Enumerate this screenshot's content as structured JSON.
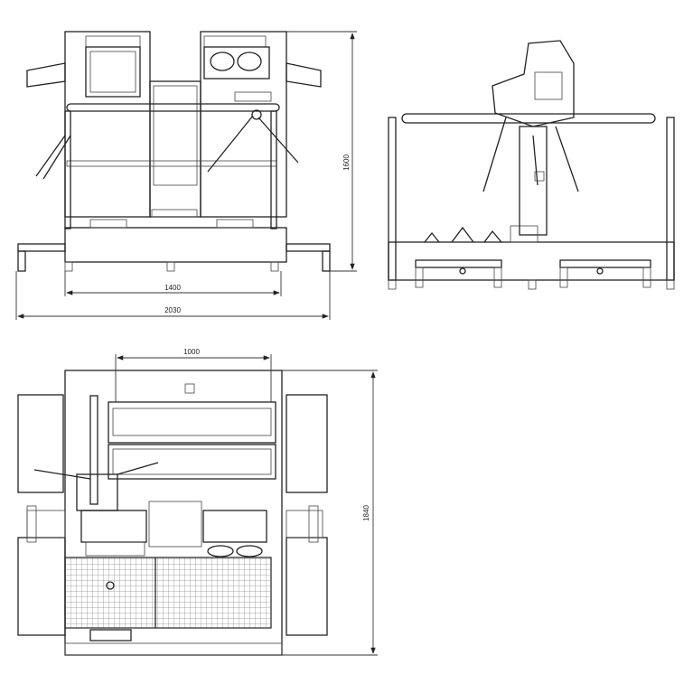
{
  "drawing": {
    "title": "Tripod turnstile with hand-and-sole disinfection unit - technical drawing",
    "views": [
      "front-view",
      "side-view",
      "top-view"
    ]
  },
  "dimensions": {
    "front_height": "1600",
    "front_inner_width": "1400",
    "front_overall_width": "2030",
    "top_inner_width": "1000",
    "top_depth": "1840"
  },
  "colors": {
    "line": "#222222",
    "background": "#ffffff"
  }
}
